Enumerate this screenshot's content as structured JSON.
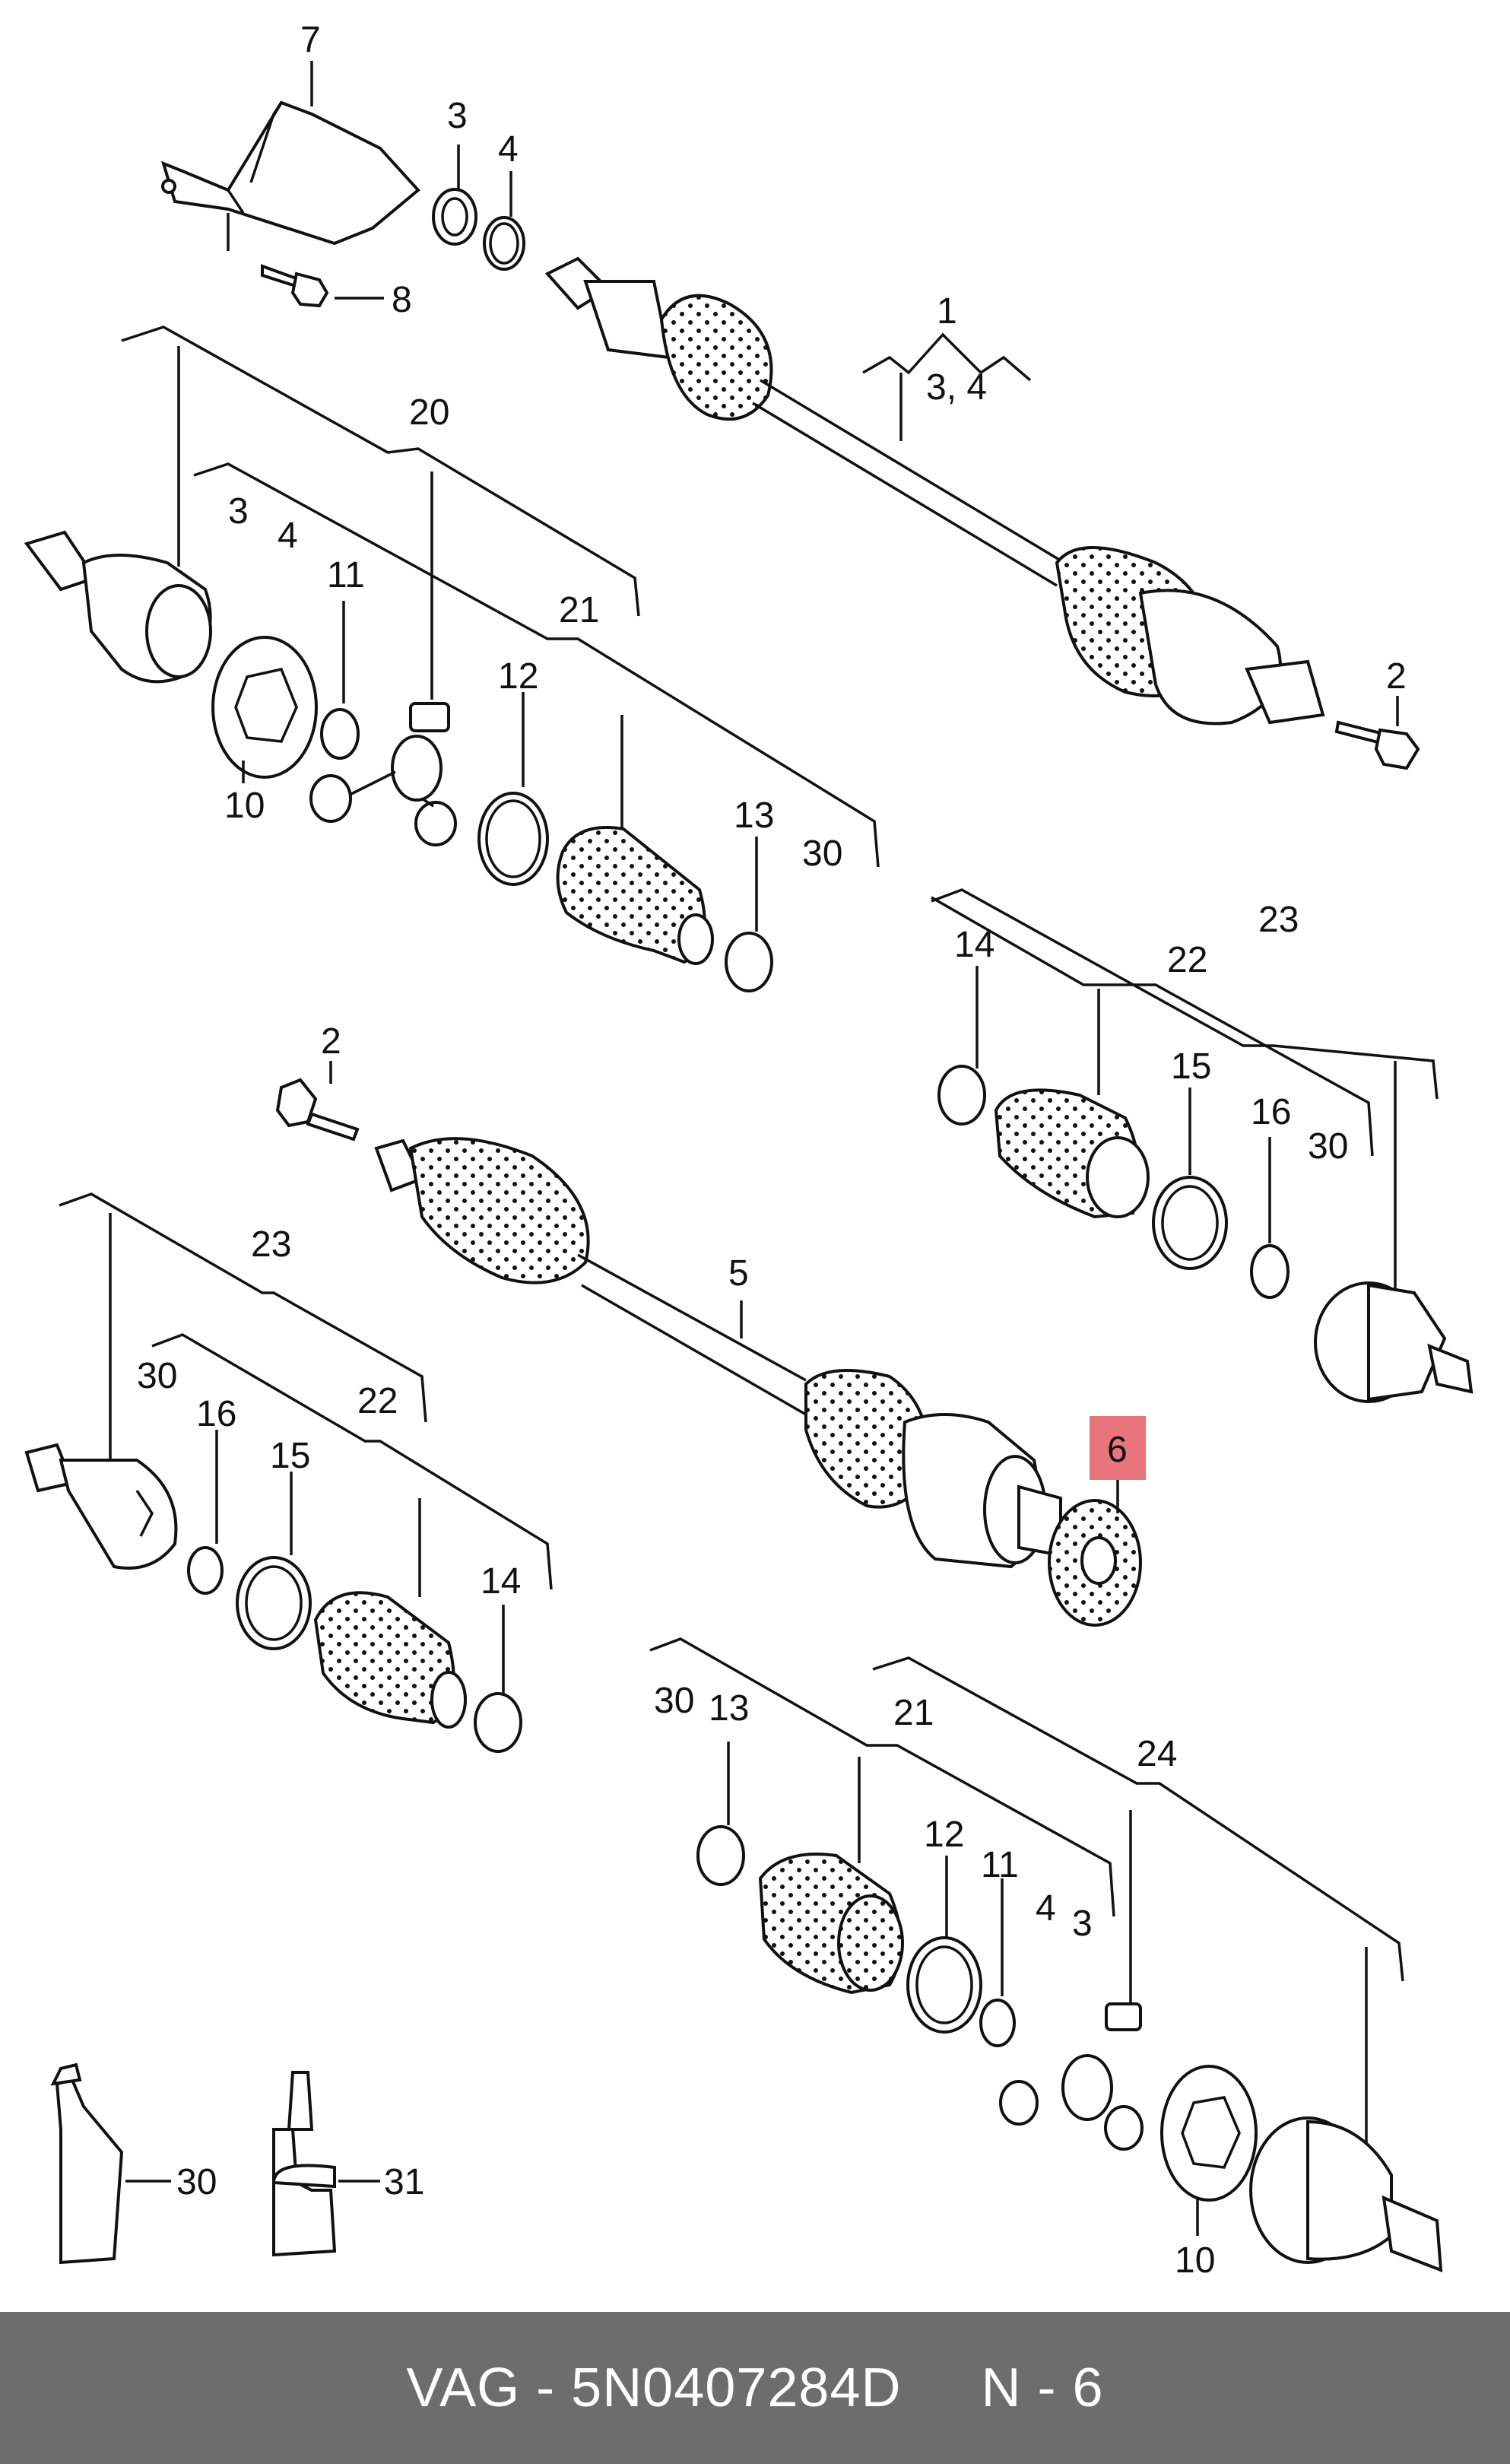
{
  "callouts": {
    "c7": "7",
    "c3a": "3",
    "c4a": "4",
    "c8": "8",
    "c1": "1",
    "c34": "3, 4",
    "c20": "20",
    "c3b": "3",
    "c4b": "4",
    "c11a": "11",
    "c21a": "21",
    "c12a": "12",
    "c10a": "10",
    "c13a": "13",
    "c30a": "30",
    "c2a": "2",
    "c23a": "23",
    "c14a": "14",
    "c22a": "22",
    "c15a": "15",
    "c16a": "16",
    "c30b": "30",
    "c2b": "2",
    "c5": "5",
    "c6": "6",
    "c23b": "23",
    "c30c": "30",
    "c16b": "16",
    "c22b": "22",
    "c15b": "15",
    "c14b": "14",
    "c30d": "30",
    "c13b": "13",
    "c21b": "21",
    "c24": "24",
    "c12b": "12",
    "c11b": "11",
    "c4c": "4",
    "c3c": "3",
    "c10b": "10",
    "c30e": "30",
    "c31": "31"
  },
  "highlight_color": "#e8747c",
  "footer": {
    "text": "VAG - 5N0407284D     N - 6",
    "background": "#6d6d6d"
  }
}
